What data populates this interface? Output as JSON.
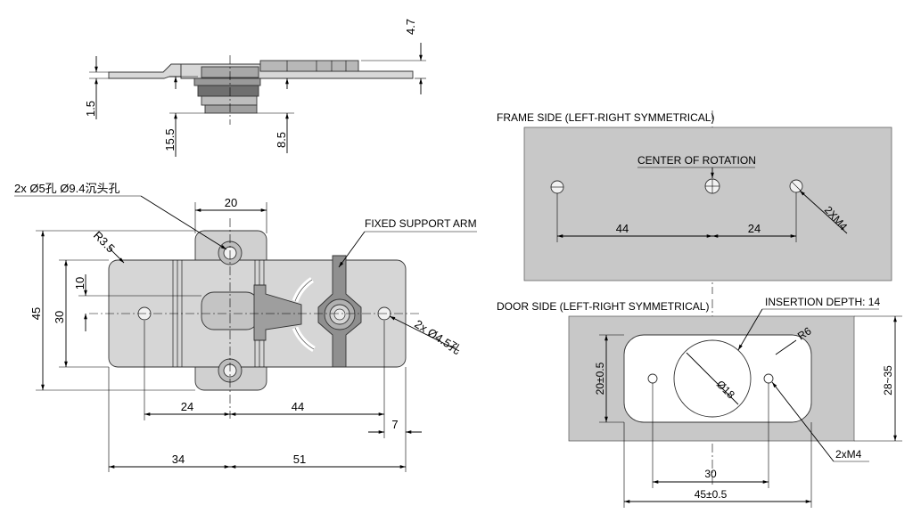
{
  "side_view": {
    "dims": {
      "d4_7": "4.7",
      "d1_5": "1.5",
      "d15_5": "15.5",
      "d8_5": "8.5"
    }
  },
  "front_view": {
    "note_holes": "2x Ø5孔 Ø9.4沉头孔",
    "fixed_arm": "FIXED SUPPORT ARM",
    "note_slots": "2x Ø4.5孔",
    "radius": "R3.5",
    "dims": {
      "d20": "20",
      "d45": "45",
      "d30": "30",
      "d10": "10",
      "d24": "24",
      "d44": "44",
      "d7": "7",
      "d34": "34",
      "d51": "51"
    }
  },
  "frame_side": {
    "title": "FRAME SIDE (LEFT-RIGHT SYMMETRICAL)",
    "center_label": "CENTER OF ROTATION",
    "thread": "2XM4",
    "dims": {
      "d44": "44",
      "d24": "24"
    }
  },
  "door_side": {
    "title": "DOOR SIDE (LEFT-RIGHT SYMMETRICAL)",
    "insertion": "INSERTION DEPTH: 14",
    "radius": "R6",
    "diameter": "Ø18",
    "thread": "2xM4",
    "dims": {
      "d20": "20±0.5",
      "d28": "28~35",
      "d30": "30",
      "d45": "45±0.5"
    }
  },
  "colors": {
    "plate": "#d4d4d4",
    "panel": "#c8c8c8",
    "line": "#000000",
    "part_dark": "#8f8f8f"
  }
}
